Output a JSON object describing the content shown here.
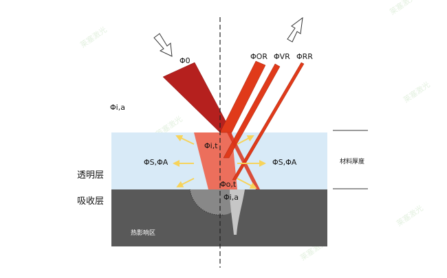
{
  "labels": {
    "phi0": "Φ0",
    "phiOR": "ΦOR",
    "phiVR": "ΦVR",
    "phiRR": "ΦRR",
    "phiIA_top": "Φi,a",
    "phiIT": "Φi,t",
    "phiSA_left": "ΦS,ΦA",
    "phiSA_right": "ΦS,ΦA",
    "phiOT": "Φo,t",
    "phiIA_bottom": "Φi,a",
    "transparent_layer": "透明层",
    "absorbing_layer": "吸收层",
    "material_thickness": "材料厚度",
    "heat_affected_zone": "热影响区"
  },
  "watermark": "莱塞激光",
  "colors": {
    "transparent_layer": "#d8eaf7",
    "absorbing_layer": "#595959",
    "incident_beam": "#b5201e",
    "reflected_beams": "#e03a1a",
    "transmitted_beam": "#ec6f5c",
    "scatter_arrows": "#f7d35a",
    "melt_zone": "#8a8a8a"
  }
}
